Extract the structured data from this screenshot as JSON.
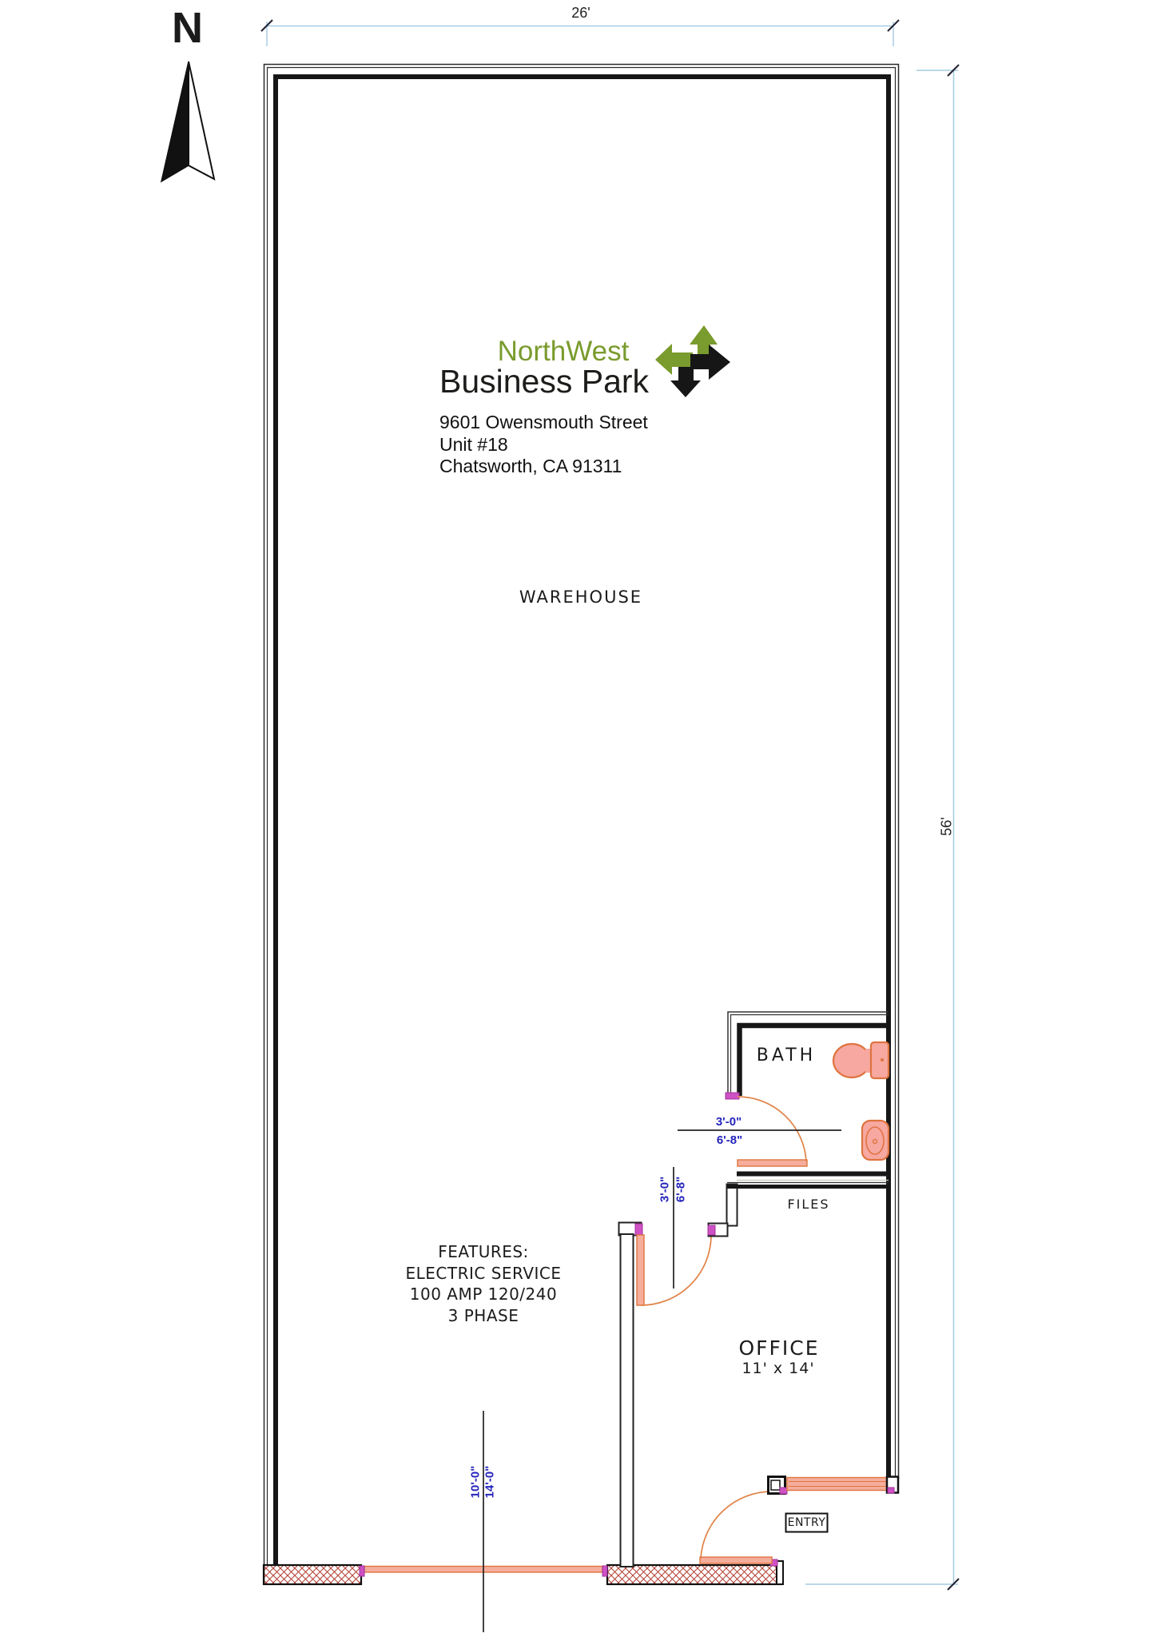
{
  "plan": {
    "north_label": "N",
    "warehouse_label": "WAREHOUSE",
    "bath_label": "BATH",
    "files_label": "FILES",
    "office_label": "OFFICE",
    "office_size": "11' x 14'",
    "entry_label": "ENTRY"
  },
  "logo": {
    "line1": "NorthWest",
    "line2": "Business Park"
  },
  "address": {
    "line1": "9601 Owensmouth Street",
    "line2": "Unit #18",
    "line3": "Chatsworth, CA 91311"
  },
  "features": {
    "title": "FEATURES:",
    "line2": "ELECTRIC SERVICE",
    "line3": "100 AMP 120/240",
    "line4": "3 PHASE"
  },
  "dimensions": {
    "building_width": "26'",
    "building_depth": "56'",
    "bath_door_width": "3'-0\"",
    "bath_door_height": "6'-8\"",
    "office_door_width": "3'-0\"",
    "office_door_height": "6'-8\"",
    "rollup_door_width": "10'-0\"",
    "rollup_door_height": "14'-0\""
  },
  "colors": {
    "logo_green": "#7a9b2d",
    "dim_text_blue": "#2424bb",
    "dim_line_blue": "#a6cbe3",
    "fixture_salmon": "#f7a8a0",
    "door_salmon": "#f5ad9c",
    "fixture_orange": "#df7440",
    "arc_orange": "#e08347",
    "jamb_magenta": "#cf52c5",
    "hatch_red": "#b5453a",
    "wall_black": "#161616"
  }
}
